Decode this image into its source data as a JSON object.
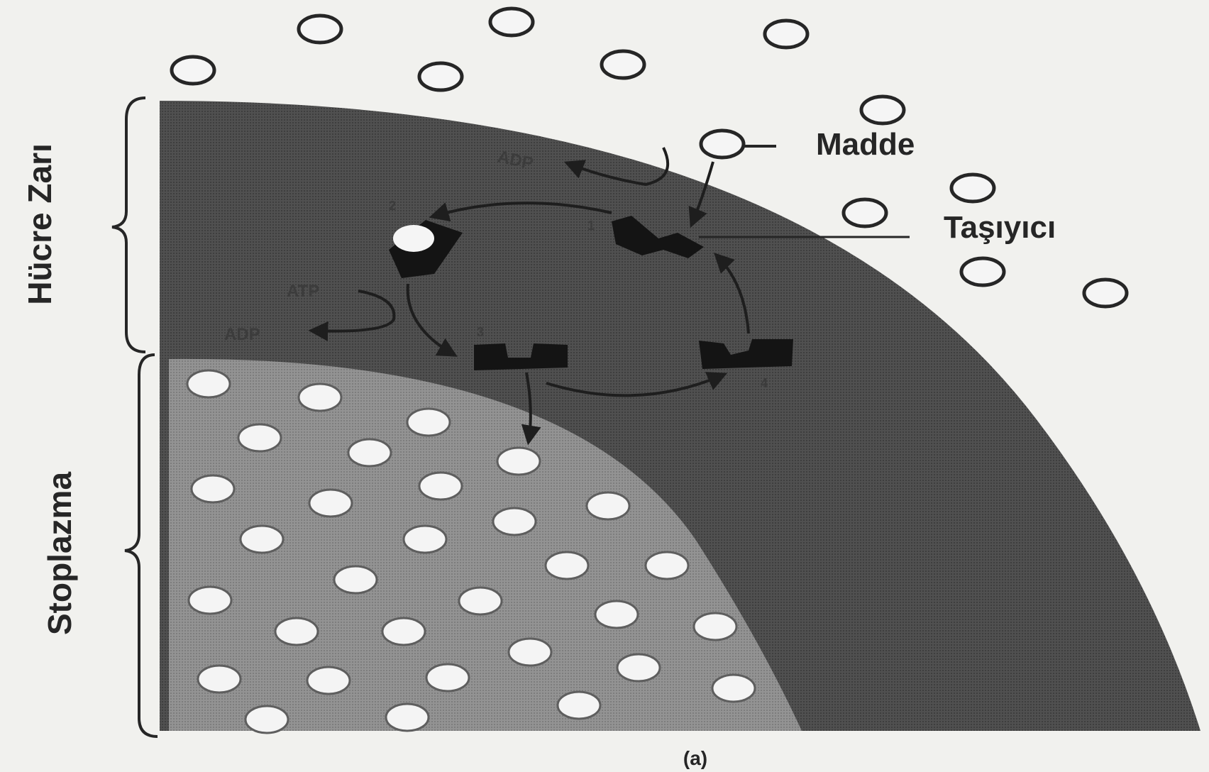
{
  "labels": {
    "substance": "Madde",
    "carrier": "Taşıyıcı",
    "cell_membrane": "Hücre Zarı",
    "cytoplasm": "Stoplazma",
    "atp": "ATP",
    "adp_top": "ADP",
    "adp_left": "ADP",
    "caption": "(a)"
  },
  "steps": [
    "1",
    "2",
    "3",
    "4"
  ],
  "colors": {
    "background": "#f1f1ee",
    "membrane": "#4a4a4a",
    "cytoplasm": "#8a8a8a",
    "carrier": "#141414",
    "particle_fill": "#f5f5f5",
    "line": "#262626"
  }
}
